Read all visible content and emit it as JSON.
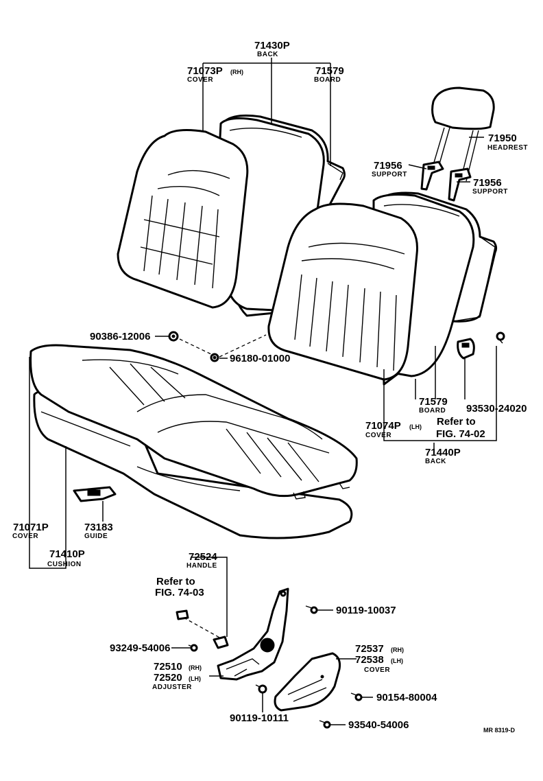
{
  "callouts": {
    "back_71430P": {
      "part_no": "71430P",
      "name": "BACK"
    },
    "cover_71073P": {
      "part_no": "71073P",
      "side": "(RH)",
      "name": "COVER"
    },
    "board_71579_top": {
      "part_no": "71579",
      "name": "BOARD"
    },
    "headrest_71950": {
      "part_no": "71950",
      "name": "HEADREST"
    },
    "support_71956_a": {
      "part_no": "71956",
      "name": "SUPPORT"
    },
    "support_71956_b": {
      "part_no": "71956",
      "name": "SUPPORT"
    },
    "bolt_90386": {
      "part_no": "90386-12006"
    },
    "clip_96180": {
      "part_no": "96180-01000"
    },
    "board_71579_low": {
      "part_no": "71579",
      "name": "BOARD"
    },
    "hook_93530": {
      "part_no": "93530-24020"
    },
    "cover_71074P": {
      "part_no": "71074P",
      "side": "(LH)",
      "name": "COVER"
    },
    "ref_74_02": {
      "line1": "Refer to",
      "line2": "FIG. 74-02"
    },
    "back_71440P": {
      "part_no": "71440P",
      "name": "BACK"
    },
    "cover_71071P": {
      "part_no": "71071P",
      "name": "COVER"
    },
    "guide_73183": {
      "part_no": "73183",
      "name": "GUIDE"
    },
    "cushion_71410P": {
      "part_no": "71410P",
      "name": "CUSHION"
    },
    "handle_72524": {
      "part_no": "72524",
      "name": "HANDLE"
    },
    "ref_74_03": {
      "line1": "Refer to",
      "line2": "FIG. 74-03"
    },
    "screw_90119_10037": {
      "part_no": "90119-10037"
    },
    "screw_93249": {
      "part_no": "93249-54006"
    },
    "cover_72537": {
      "part_no": "72537",
      "side": "(RH)",
      "name": "COVER"
    },
    "cover_72538": {
      "part_no": "72538",
      "side": "(LH)"
    },
    "adjuster_72510": {
      "part_no": "72510",
      "side": "(RH)",
      "name": "ADJUSTER"
    },
    "adjuster_72520": {
      "part_no": "72520",
      "side": "(LH)"
    },
    "screw_90154": {
      "part_no": "90154-80004"
    },
    "screw_90119_10111": {
      "part_no": "90119-10111"
    },
    "screw_93540": {
      "part_no": "93540-54006"
    }
  },
  "drawing_code": "MR 8319-D"
}
